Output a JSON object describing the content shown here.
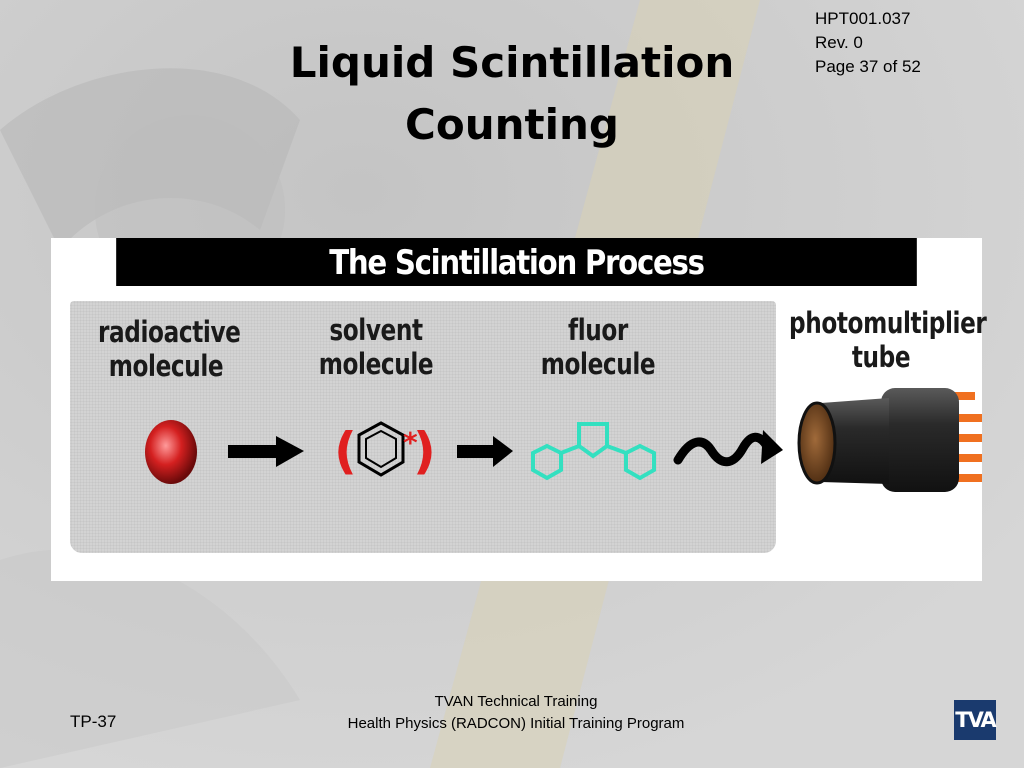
{
  "slide": {
    "title_line1": "Liquid Scintillation",
    "title_line2": "Counting",
    "doc_id": "HPT001.037",
    "revision": "Rev. 0",
    "page": "Page 37 of 52"
  },
  "figure": {
    "header": "The Scintillation Process",
    "labels": {
      "radioactive_line1": "radioactive",
      "radioactive_line2": "molecule",
      "solvent_line1": "solvent",
      "solvent_line2": "molecule",
      "fluor_line1": "fluor",
      "fluor_line2": "molecule",
      "pmt_line1": "photomultiplier",
      "pmt_line2": "tube"
    },
    "excited_mark": "*"
  },
  "footer": {
    "org": "TVAN Technical Training",
    "program": "Health Physics (RADCON) Initial Training Program",
    "slide_code": "TP-37",
    "logo_text": "TVA"
  },
  "colors": {
    "background": "#d2d2d2",
    "header_bar": "#000000",
    "radioactive_ball": "#d42020",
    "excited_paren": "#e02020",
    "fluor_structure": "#33e0c0",
    "pmt_pins": "#f07020",
    "logo": "#1a3a6e"
  }
}
